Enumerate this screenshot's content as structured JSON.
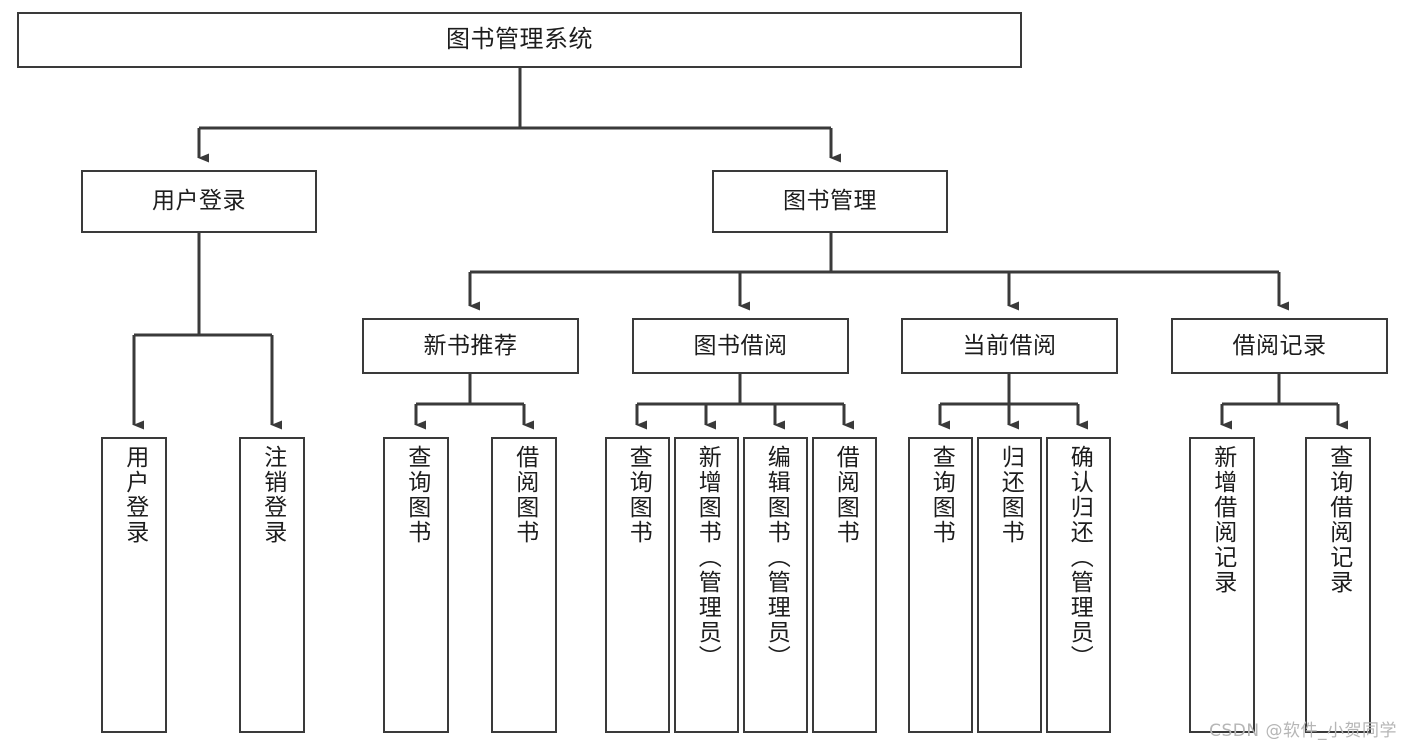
{
  "diagram": {
    "title": "图书管理系统",
    "watermark": "CSDN @软件_小贺同学",
    "stroke_color": "#3a3a3a",
    "text_color": "#1d1d1d",
    "background_color": "#ffffff",
    "nodes": {
      "root": {
        "label": "图书管理系统"
      },
      "level2": [
        {
          "id": "user-login",
          "label": "用户登录"
        },
        {
          "id": "book-management",
          "label": "图书管理"
        }
      ],
      "level3": [
        {
          "id": "new-book-recommend",
          "label": "新书推荐"
        },
        {
          "id": "book-borrow",
          "label": "图书借阅"
        },
        {
          "id": "current-borrow",
          "label": "当前借阅"
        },
        {
          "id": "borrow-record",
          "label": "借阅记录"
        }
      ],
      "leaves": {
        "user_login": [
          {
            "id": "leaf-user-login",
            "label": "用户登录"
          },
          {
            "id": "leaf-logout-login",
            "label": "注销登录"
          }
        ],
        "new_book_recommend": [
          {
            "id": "leaf-query-book-1",
            "label": "查询图书"
          },
          {
            "id": "leaf-borrow-book-1",
            "label": "借阅图书"
          }
        ],
        "book_borrow": [
          {
            "id": "leaf-query-book-2",
            "label": "查询图书"
          },
          {
            "id": "leaf-add-book",
            "label": "新增图书（管理员）"
          },
          {
            "id": "leaf-edit-book",
            "label": "编辑图书（管理员）"
          },
          {
            "id": "leaf-borrow-book-2",
            "label": "借阅图书"
          }
        ],
        "current_borrow": [
          {
            "id": "leaf-query-book-3",
            "label": "查询图书"
          },
          {
            "id": "leaf-return-book",
            "label": "归还图书"
          },
          {
            "id": "leaf-confirm-return",
            "label": "确认归还（管理员）"
          }
        ],
        "borrow_record": [
          {
            "id": "leaf-add-record",
            "label": "新增借阅记录"
          },
          {
            "id": "leaf-query-record",
            "label": "查询借阅记录"
          }
        ]
      }
    }
  }
}
